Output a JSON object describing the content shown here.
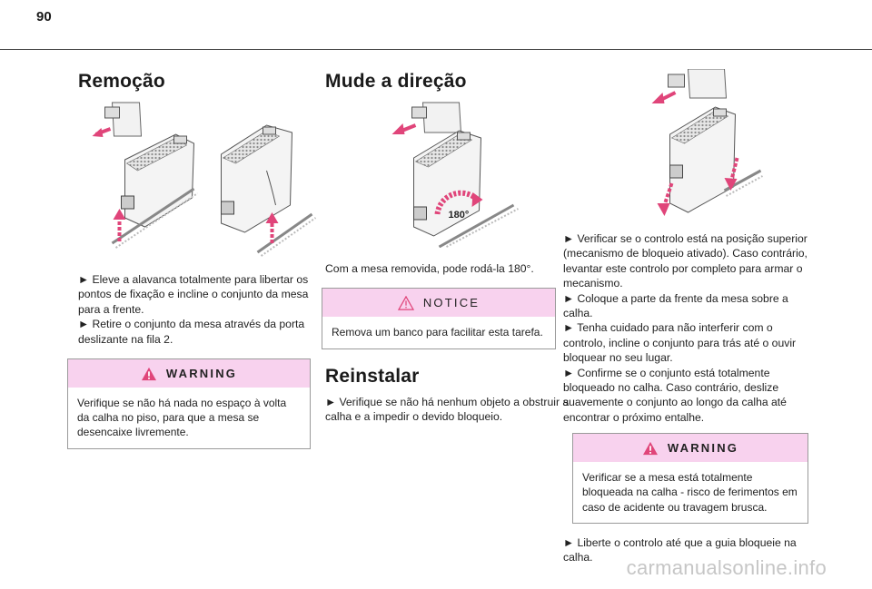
{
  "page_number": "90",
  "col1": {
    "heading": "Remoção",
    "paragraphs": [
      "► Eleve a alavanca totalmente para libertar os pontos de fixação e incline o conjunto da mesa para a frente.",
      "► Retire o conjunto da mesa através da porta deslizante na fila 2."
    ],
    "warning": {
      "title": "WARNING",
      "text": "Verifique se não há nada no espaço à volta da calha no piso, para que a mesa se desencaixe livremente."
    }
  },
  "col2": {
    "heading": "Mude a direção",
    "illus_label": "180°",
    "paragraph": "Com a mesa removida, pode rodá-la 180°.",
    "notice": {
      "title": "NOTICE",
      "text": "Remova um banco para facilitar esta tarefa."
    },
    "heading2": "Reinstalar",
    "paragraph2": "► Verifique se não há nenhum objeto a obstruir a calha e a impedir o devido bloqueio."
  },
  "col3": {
    "paragraphs": [
      "► Verificar se o controlo está na posição superior (mecanismo de bloqueio ativado). Caso contrário, levantar este controlo por completo para armar o mecanismo.",
      "► Coloque a parte da frente da mesa sobre a calha.",
      "► Tenha cuidado para não interferir com o controlo, incline o conjunto para trás até o ouvir bloquear no seu lugar.",
      "► Confirme se o conjunto está totalmente bloqueado no calha. Caso contrário, deslize suavemente o conjunto ao longo da calha até encontrar o próximo entalhe."
    ],
    "warning": {
      "title": "WARNING",
      "text": "Verificar se a mesa está totalmente bloqueada na calha - risco de ferimentos em caso de acidente ou travagem brusca."
    },
    "paragraph_last": "► Liberte o controlo até que a guia bloqueie na calha."
  },
  "watermark": "carmanualsonline.info",
  "colors": {
    "box_header": "#f8d2ee",
    "arrow": "#e0457a",
    "warning_icon": "#e0457a"
  }
}
